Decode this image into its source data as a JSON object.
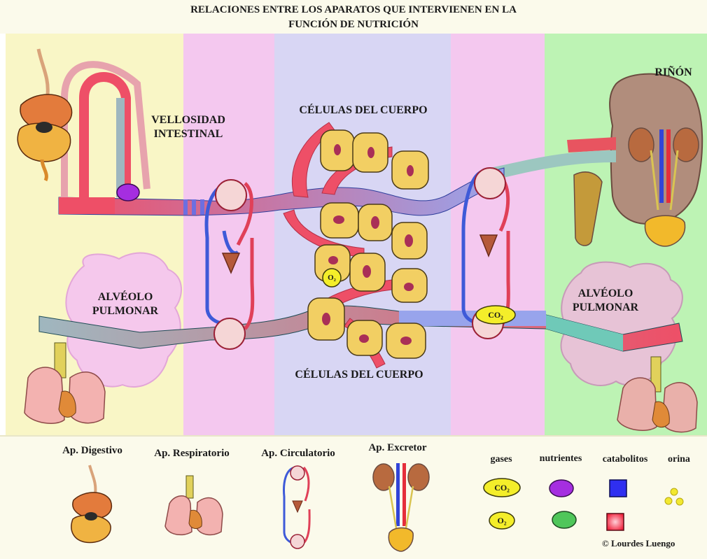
{
  "title": {
    "line1": "RELACIONES ENTRE LOS APARATOS QUE INTERVIENEN EN LA",
    "line2": "FUNCIÓN DE NUTRICIÓN"
  },
  "labels": {
    "vellosidad_line1": "VELLOSIDAD",
    "vellosidad_line2": "INTESTINAL",
    "celulas_top": "CÉLULAS DEL CUERPO",
    "celulas_bottom": "CÉLULAS DEL CUERPO",
    "alveolo_left_line1": "ALVÉOLO",
    "alveolo_left_line2": "PULMONAR",
    "alveolo_right_line1": "ALVÉOLO",
    "alveolo_right_line2": "PULMONAR",
    "rinon": "RIÑÓN",
    "o2_badge": "O₂",
    "co2_badge": "CO₂"
  },
  "legend": {
    "systems": [
      "Ap. Digestivo",
      "Ap. Respiratorio",
      "Ap. Circulatorio",
      "Ap. Excretor"
    ],
    "key_headers": [
      "gases",
      "nutrientes",
      "catabolitos",
      "orina"
    ],
    "gas_co2": "CO₂",
    "gas_o2": "O₂"
  },
  "colors": {
    "digestive_zone": "#f9f6c6",
    "respiratory_zone": "#f4c8ef",
    "circulatory_zone": "#d8d6f4",
    "excretory_zone": "#bdf3b4",
    "arterial_red": "#ee4f67",
    "venous_blue": "#98a4ec",
    "gas_yellow": "#f4ee2a",
    "nutrient_purple": "#a52ee0",
    "nutrient_green": "#4fc65a",
    "catabolite_blue": "#2f2ff0",
    "catabolite_red": "#f0203a",
    "urine_yellow": "#f2e830",
    "cell_yellow": "#f2cf63",
    "nucleus": "#a92f57"
  },
  "icons": [
    "digestive-system-icon",
    "lungs-icon",
    "circulatory-loop-icon",
    "kidneys-bladder-icon"
  ],
  "credit": "© Lourdes Luengo"
}
